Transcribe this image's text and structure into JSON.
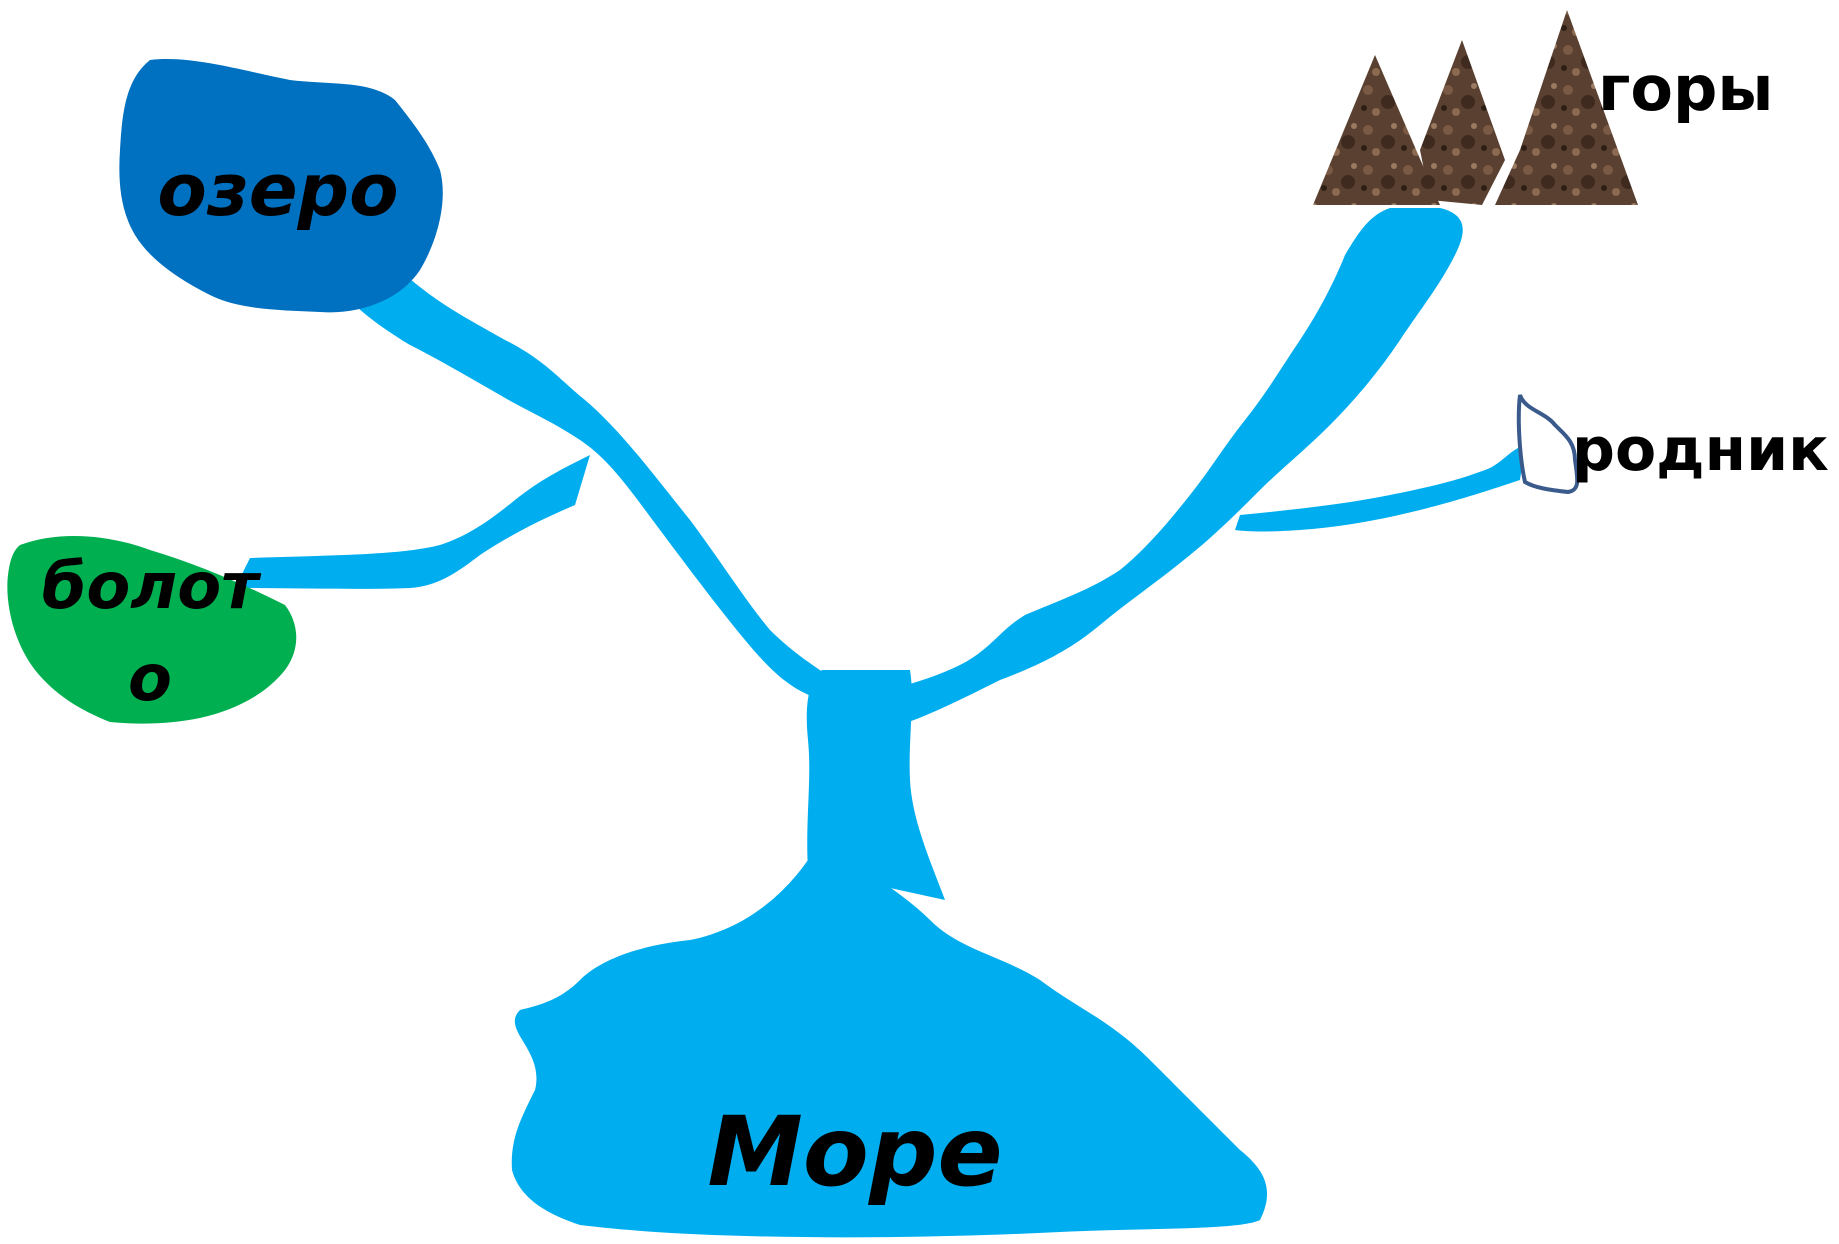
{
  "diagram": {
    "labels": {
      "sea": "Море",
      "lake": "озеро",
      "swamp_line1": "болот",
      "swamp_line2": "о",
      "mountains": "горы",
      "spring": "родник"
    },
    "colors": {
      "water": "#00AEEF",
      "lake": "#0070C0",
      "swamp": "#00B050",
      "mountain": "#5A4030",
      "spring_outline": "#3A5A8C",
      "background": "#FFFFFF"
    }
  }
}
